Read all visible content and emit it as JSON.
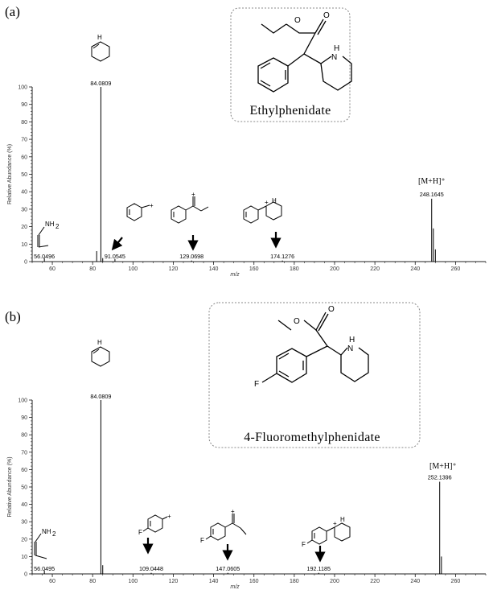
{
  "chart_data": [
    {
      "type": "bar",
      "panel": "(a)",
      "compound": "Ethylphenidate",
      "adduct_label": "[M+H]⁺",
      "xlabel": "m/z",
      "ylabel": "Relative Abundance (%)",
      "xlim": [
        50,
        275
      ],
      "ylim": [
        0,
        100
      ],
      "xticks": [
        60,
        80,
        100,
        120,
        140,
        160,
        180,
        200,
        220,
        240,
        260
      ],
      "yticks": [
        0,
        10,
        20,
        30,
        40,
        50,
        60,
        70,
        80,
        90,
        100
      ],
      "points": [
        {
          "mz": 56.0496,
          "intensity": 2,
          "label": "56.0496"
        },
        {
          "mz": 82.0,
          "intensity": 6
        },
        {
          "mz": 84.0809,
          "intensity": 100,
          "label": "84.0809"
        },
        {
          "mz": 85.0,
          "intensity": 2
        },
        {
          "mz": 91.0545,
          "intensity": 1.5,
          "label": "91.0545"
        },
        {
          "mz": 129.0698,
          "intensity": 0.6,
          "label": "129.0698"
        },
        {
          "mz": 174.1276,
          "intensity": 0.6,
          "label": "174.1276"
        },
        {
          "mz": 248.1645,
          "intensity": 36,
          "label": "248.1645"
        },
        {
          "mz": 249.0,
          "intensity": 19
        },
        {
          "mz": 250.0,
          "intensity": 7
        }
      ]
    },
    {
      "type": "bar",
      "panel": "(b)",
      "compound": "4-Fluoromethylphenidate",
      "adduct_label": "[M+H]⁺",
      "xlabel": "m/z",
      "ylabel": "Relative Abundance (%)",
      "xlim": [
        50,
        275
      ],
      "ylim": [
        0,
        100
      ],
      "xticks": [
        60,
        80,
        100,
        120,
        140,
        160,
        180,
        200,
        220,
        240,
        260
      ],
      "yticks": [
        0,
        10,
        20,
        30,
        40,
        50,
        60,
        70,
        80,
        90,
        100
      ],
      "points": [
        {
          "mz": 56.0495,
          "intensity": 2,
          "label": "56.0495"
        },
        {
          "mz": 84.0809,
          "intensity": 100,
          "label": "84.0809"
        },
        {
          "mz": 85.0,
          "intensity": 5
        },
        {
          "mz": 109.0448,
          "intensity": 0.6,
          "label": "109.0448"
        },
        {
          "mz": 147.0605,
          "intensity": 0.6,
          "label": "147.0605"
        },
        {
          "mz": 192.1185,
          "intensity": 0.6,
          "label": "192.1185"
        },
        {
          "mz": 252.1396,
          "intensity": 53,
          "label": "252.1396"
        },
        {
          "mz": 253.0,
          "intensity": 10
        }
      ]
    }
  ],
  "atom_labels": {
    "nh": "H",
    "n": "N",
    "nh2": "NH",
    "nh2_sub": "2",
    "o": "O",
    "f": "F",
    "plus": "+"
  }
}
